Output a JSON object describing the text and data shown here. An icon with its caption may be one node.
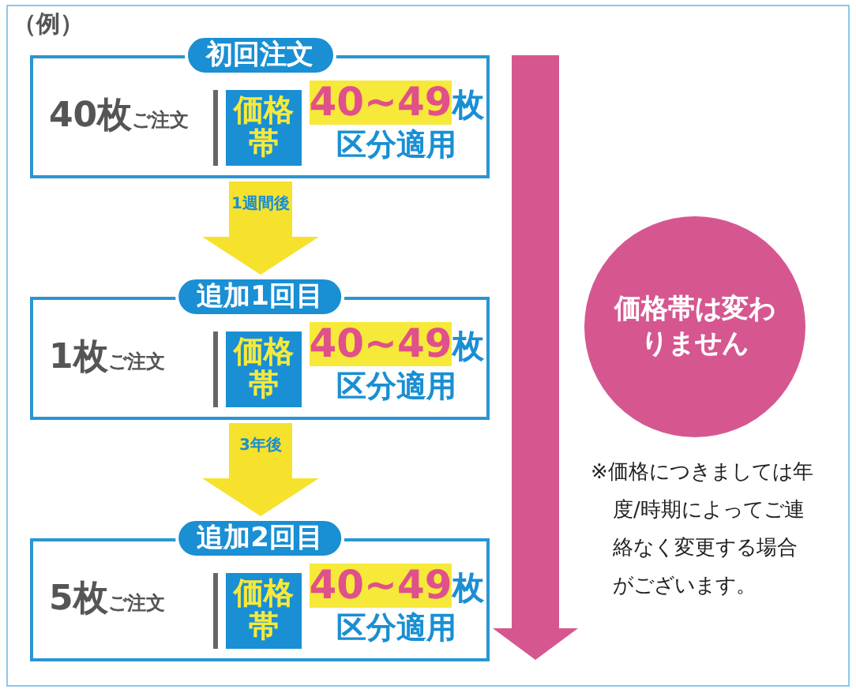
{
  "diagram": {
    "nodes": [
      {
        "text": [
          "初回注文",
          "40枚",
          "ご注文",
          "40~49",
          "枚",
          "区分適用"
        ]
      },
      {
        "text": [
          "価格帯"
        ],
        "in": 0
      },
      {
        "text": [
          "追加1回目",
          "1枚",
          "ご注文",
          "40~49",
          "枚",
          "区分適用"
        ]
      },
      {
        "text": [
          "価格帯"
        ],
        "in": 2
      },
      {
        "text": [
          "追加2回目",
          "5枚",
          "ご注文",
          "40~49",
          "枚",
          "区分適用"
        ]
      },
      {
        "text": [
          "価格帯"
        ],
        "in": 4
      },
      {
        "text": [
          "価格帯は変わりません"
        ]
      }
    ],
    "edges": [
      {
        "from": 0,
        "to": 2,
        "arrow": "to",
        "label": "1週間後"
      },
      {
        "from": 2,
        "to": 4,
        "arrow": "to",
        "label": "3年後"
      }
    ],
    "labels": [
      "（例）",
      "※価格につきましては年度/時期によってご連絡なく変更する場合がございます。"
    ]
  }
}
